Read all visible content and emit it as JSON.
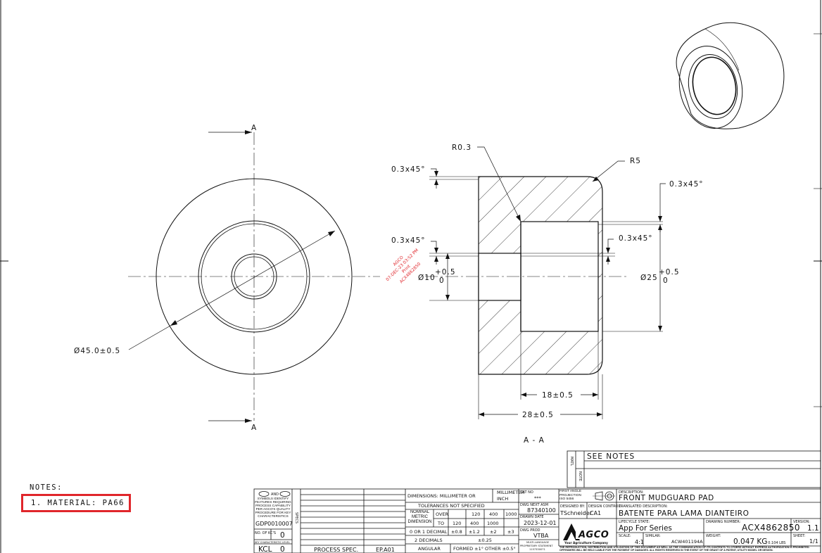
{
  "drawing": {
    "section_marker": "A",
    "section_label": "A - A",
    "dims": {
      "outer_dia": "Ø45.0±0.5",
      "r03": "R0.3",
      "r5": "R5",
      "ch_top_left": "0.3x45°",
      "ch_mid_left": "0.3x45°",
      "ch_top_right": "0.3x45°",
      "ch_mid_right": "0.3x45°",
      "bore_small": "Ø10",
      "bore_small_tol_hi": "+0.5",
      "bore_small_tol_lo": "0",
      "bore_large": "Ø25",
      "bore_large_tol_hi": "+0.5",
      "bore_large_tol_lo": "0",
      "len_inner": "18±0.5",
      "len_total": "28±0.5"
    },
    "stamp": {
      "line1": "AGCO",
      "line2": "07-DEC-23 03:52 PM",
      "line3": "Print",
      "line4": "ACX4862850"
    }
  },
  "notes": {
    "title": "NOTES:",
    "item1": "1. MATERIAL: PA66"
  },
  "mat_block": {
    "label": "SEE NOTES",
    "side_top": "MATL",
    "side_bottom": "NOTE"
  },
  "titleblock": {
    "symbols_text": "SYMBOLS IDENTIFY FEATURES REQUIRING PROCESS CAPABILITY PER AGCO'S QUALITY PROCEDURE FOR KEY CHARACTERISTICS",
    "sym_code": "GDP0010007",
    "no_of_kcs_label": "NO. OF KC'S",
    "no_of_kcs": "0",
    "kc_level_label": "KEY CHARACTERISTIC LEVEL",
    "kcl_label": "KCL",
    "kcl_value": "0",
    "specs_label": "SPECS",
    "process_spec_label": "PROCESS SPEC.",
    "process_spec_value": "EP.A01",
    "dimensions_label": "DIMENSIONS: MILLIMETER OR",
    "dimensions_unit_top": "MILLIMETER",
    "dimensions_unit_bottom": "INCH",
    "tol_header": "TOLERANCES NOT SPECIFIED",
    "nominal_label": "NOMINAL METRIC DIMENSION",
    "over_label": "OVER",
    "to_label": "TO",
    "over_values": [
      "120",
      "400",
      "1000"
    ],
    "to_values": [
      "120",
      "400",
      "1000"
    ],
    "row_0or1_label": "0 OR 1 DECIMAL",
    "row_0or1_values": [
      "±0.8",
      "±1.2",
      "±2",
      "±3"
    ],
    "row_2dec_label": "2 DECIMALS",
    "row_2dec_value": "±0.25",
    "angular_label": "ANGULAR",
    "angular_value": "FORMED ±1° OTHER ±0.5°",
    "cat_no_label": "CAT NO",
    "cat_no_value": "***",
    "dwg_next_label": "DWG NEXT ASM",
    "dwg_next_value": "87340100",
    "drawn_date_label": "DRAWN DATE",
    "drawn_date_value": "2023-12-01",
    "dwg_prod_label": "DWG PROD",
    "dwg_prod_value": "VTBA",
    "multi_lang": "MULTI-LANGUAGE",
    "proprietary": "PROPRIETARY STATEMENT",
    "proprietary_code": "1157330071",
    "projection_label": "FIRST ANGLE PROJECTION",
    "projection_std": "ISO 5456",
    "designed_by_label": "DESIGNED BY:",
    "designed_by": "TSchneider",
    "design_control_label": "DESIGN CONTROL:",
    "design_control": "CA1",
    "lifecycle_label": "LIFECYCLE STATE:",
    "lifecycle": "App For Series",
    "logo_text": "AGCO",
    "logo_tagline": "Your Agriculture Company",
    "scale_label": "SCALE:",
    "scale": "4:1",
    "similar_label": "SIMILAR:",
    "similar": "ACW401194A",
    "desc_label": "DESCRIPTION:",
    "description": "FRONT MUDGUARD PAD",
    "trans_label": "TRANSLATED DESCRIPTION:",
    "translated": "BATENTE PARA LAMA DIANTEIRO",
    "dwg_no_label": "DRAWING NUMBER:",
    "dwg_no": "ACX4862850",
    "version_label": "VERSION:",
    "version": "1.1",
    "weight_label": "WEIGHT:",
    "weight": "0.047 KG",
    "weight_lbs": "/ 0.104 LBS",
    "sheet_label": "SHEET:",
    "sheet": "1/1",
    "legal": "THE REPRODUCTION, DISTRIBUTION AND UTILIZATION OF THIS DOCUMENT AS WELL AS THE COMMUNICATION OF ITS CONTENTS TO OTHERS WITHOUT EXPRESS AUTHORIZATION IS PROHIBITED. OFFENDERS WILL BE HELD LIABLE FOR THE PAYMENT OF DAMAGES. ALL RIGHTS RESERVED IN THE EVENT OF THE GRANT OF A PATENT, UTILITY MODEL OR DESIGN."
  },
  "colors": {
    "ink": "#111111",
    "stamp_red": "#e0262b",
    "highlight_box": "#e0262b"
  }
}
